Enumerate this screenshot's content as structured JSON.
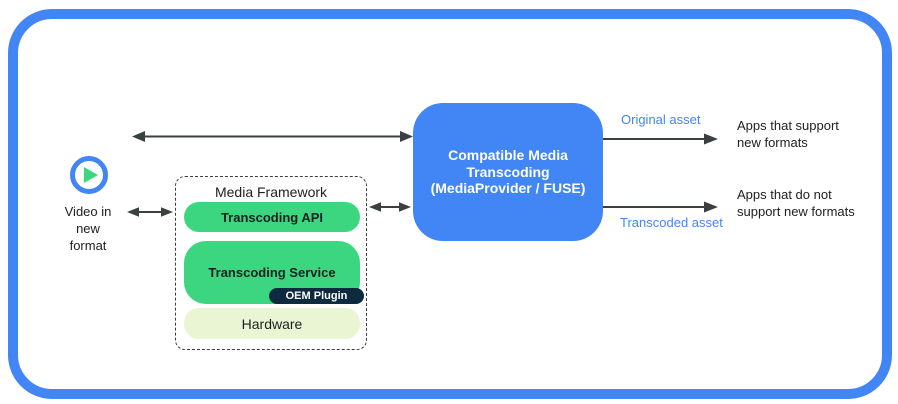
{
  "colors": {
    "accent_blue": "#4285f4",
    "green": "#3dd680",
    "dark_navy": "#0d2a3e",
    "pale_green": "#eaf6d3",
    "arrow_gray": "#3a3f42",
    "text_dark": "#202124",
    "box_text": "#15211f",
    "white": "#ffffff"
  },
  "icons": {
    "source_play": "play-icon"
  },
  "source": {
    "label": "Video in\nnew\nformat"
  },
  "framework": {
    "title": "Media Framework",
    "api": "Transcoding API",
    "service": "Transcoding Service",
    "oem_plugin": "OEM Plugin",
    "hardware": "Hardware"
  },
  "transcoder": {
    "label": "Compatible Media\nTranscoding\n(MediaProvider / FUSE)"
  },
  "flows": {
    "original": "Original asset",
    "transcoded": "Transcoded asset"
  },
  "apps": {
    "support": "Apps that support\nnew formats",
    "no_support": "Apps that do not\nsupport new formats"
  }
}
